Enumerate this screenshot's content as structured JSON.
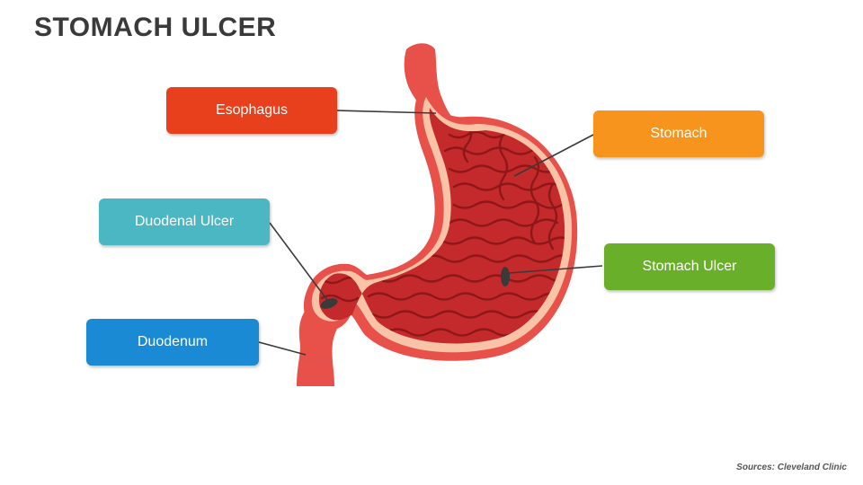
{
  "title": "STOMACH ULCER",
  "labels": {
    "esophagus": {
      "text": "Esophagus",
      "color": "#E8401C"
    },
    "stomach": {
      "text": "Stomach",
      "color": "#F7941D"
    },
    "duodenal_ulcer": {
      "text": "Duodenal Ulcer",
      "color": "#4BB7C2"
    },
    "stomach_ulcer": {
      "text": "Stomach Ulcer",
      "color": "#6AAF2A"
    },
    "duodenum": {
      "text": "Duodenum",
      "color": "#1A8AD4"
    }
  },
  "source": "Sources: Cleveland Clinic",
  "colors": {
    "outer_wall": "#E8504A",
    "inner_lining": "#F8C3A6",
    "tissue": "#C42A2C",
    "folds": "#8E1718",
    "ulcer": "#3A3A3A",
    "connector": "#3A3A3A"
  }
}
